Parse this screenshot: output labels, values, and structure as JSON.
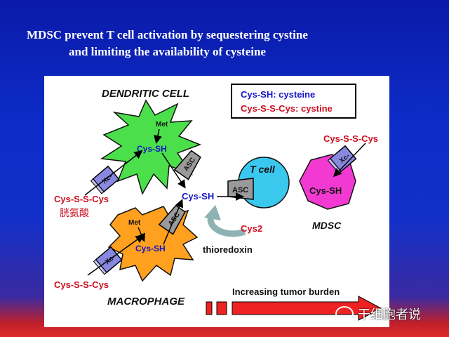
{
  "title": {
    "line1": "MDSC prevent T cell activation by sequestering cystine",
    "line2": "and limiting the availability of cysteine"
  },
  "legend": {
    "cysteine": "Cys-SH:  cysteine",
    "cystine": "Cys-S-S-Cys: cystine"
  },
  "cells": {
    "dendritic": "DENDRITIC CELL",
    "macrophage": "MACROPHAGE",
    "tcell": "T cell",
    "mdsc": "MDSC"
  },
  "molecules": {
    "met_dc": "Met",
    "met_mac": "Met",
    "cys_sh_dc": "Cys-SH",
    "cys_sh_center": "Cys-SH",
    "cys_sh_mac": "Cys-SH",
    "cys_sh_mdsc": "Cys-SH",
    "cystine_left": "Cys-S-S-Cys",
    "cystine_bottom": "Cys-S-S-Cys",
    "cystine_mdsc": "Cys-S-S-Cys",
    "cys2": "Cys2",
    "thioredoxin": "thioredoxin",
    "chinese_label": "胱氨酸"
  },
  "transporters": {
    "asc": "ASC",
    "xc": "Xc-"
  },
  "burden_label": "Increasing tumor burden",
  "watermark": "干细胞者说",
  "colors": {
    "cysteine_blue": "#1515c8",
    "cystine_red": "#cc1020",
    "dc_green": "#4be04b",
    "mac_orange": "#ffa01e",
    "tcell_cyan": "#3bc8ef",
    "mdsc_pink": "#f23ad2",
    "transporter_purple": "#8888e0",
    "asc_gray": "#9a9a9a"
  }
}
